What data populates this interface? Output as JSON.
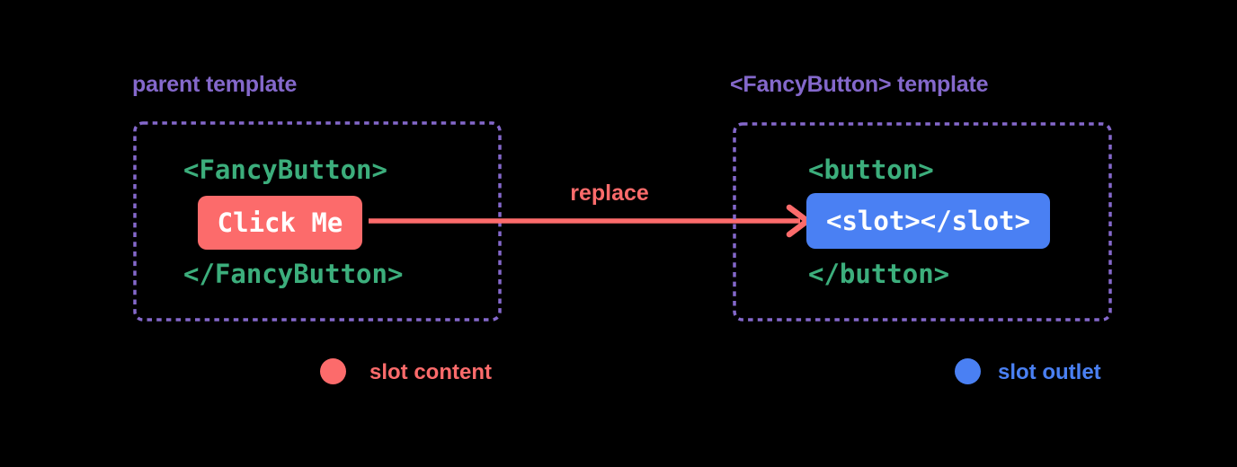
{
  "colors": {
    "background": "#000000",
    "purple": "#8468cb",
    "green": "#3cae7c",
    "red": "#fc6b6b",
    "blue": "#4a80f3",
    "white": "#ffffff"
  },
  "left_panel": {
    "title": "parent template",
    "code_open": "<FancyButton>",
    "slot_content_label": "Click Me",
    "code_close": "</FancyButton>"
  },
  "arrow": {
    "label": "replace"
  },
  "right_panel": {
    "title": "<FancyButton> template",
    "code_open": "<button>",
    "slot_outlet_label": "<slot></slot>",
    "code_close": "</button>"
  },
  "legend": {
    "slot_content": {
      "label": "slot content"
    },
    "slot_outlet": {
      "label": "slot outlet"
    }
  }
}
